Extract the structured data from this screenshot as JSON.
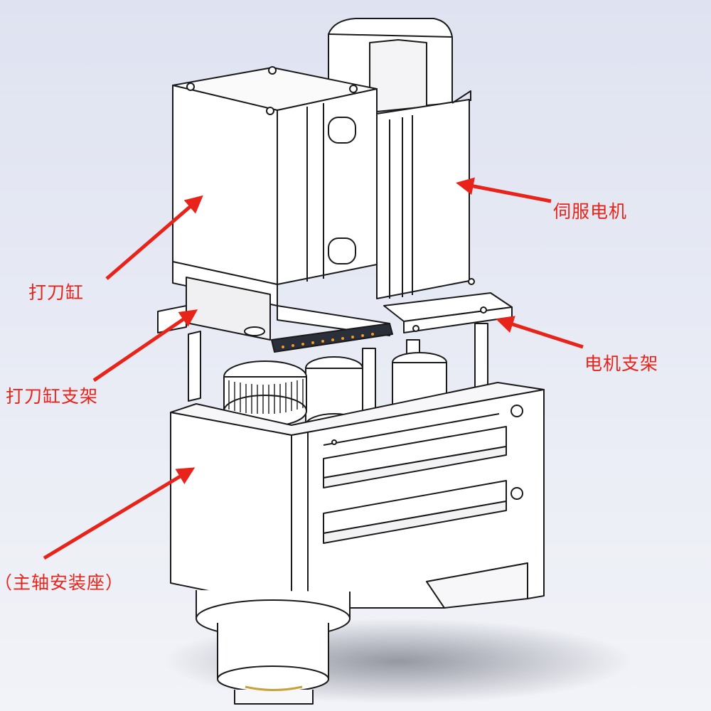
{
  "labels": {
    "cylinder": "打刀缸",
    "cylinder_bracket": "打刀缸支架",
    "servo_motor": "伺服电机",
    "motor_bracket": "电机支架",
    "spindle_head": "头（主轴安装座）"
  },
  "colors": {
    "label": "#e8241a",
    "arrow": "#e8241a",
    "edge": "#1a1a1a",
    "body": "#ffffff"
  }
}
